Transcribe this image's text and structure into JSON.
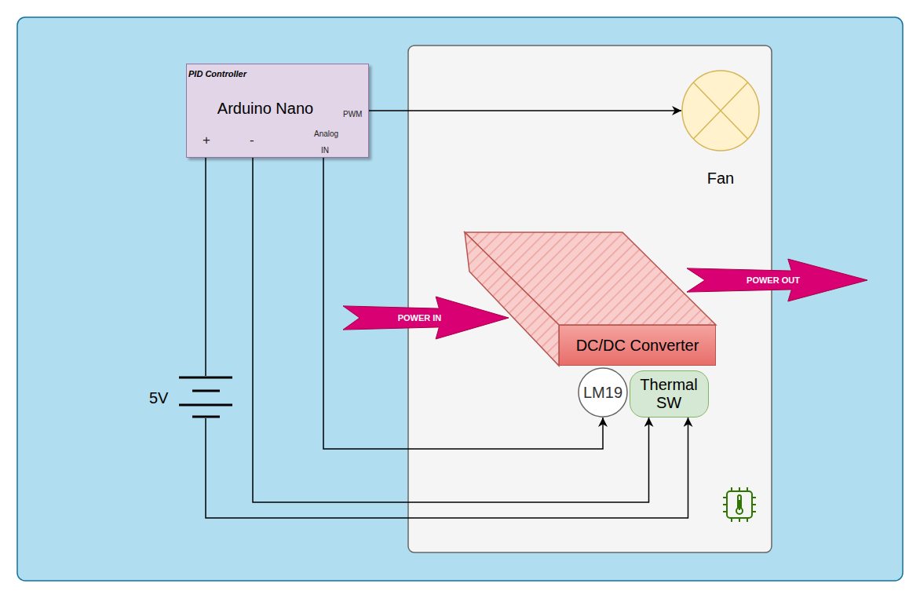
{
  "diagram": {
    "nodes": [
      {
        "text": [
          "PID Controller",
          "Arduino Nano"
        ]
      },
      {
        "text": [
          "Fan"
        ]
      },
      {
        "text": [
          "POWER IN"
        ]
      },
      {
        "text": [
          "DC/DC Converter"
        ]
      },
      {
        "text": [
          "POWER OUT"
        ]
      },
      {
        "text": [
          "LM19"
        ]
      },
      {
        "text": [
          "Thermal SW"
        ]
      },
      {
        "text": [
          "5V"
        ]
      }
    ],
    "edges": [
      {
        "from": 0,
        "to": 1,
        "arrow": "to"
      },
      {
        "from": 0,
        "to": 5,
        "arrow": "to"
      },
      {
        "from": 0,
        "to": 6,
        "arrow": "to"
      },
      {
        "from": 0,
        "to": 7,
        "arrow": "none"
      },
      {
        "from": 7,
        "to": 6,
        "arrow": "to"
      }
    ],
    "labels": [
      "PWM",
      "Analog",
      "IN",
      "+",
      "-"
    ]
  }
}
